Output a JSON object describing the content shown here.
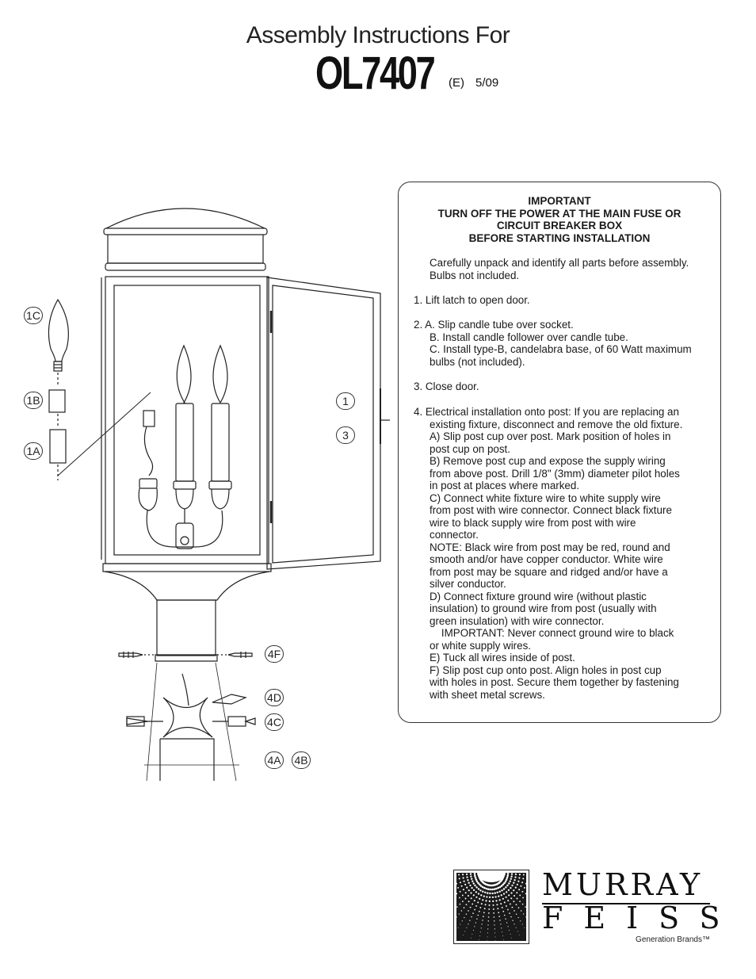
{
  "header": {
    "title": "Assembly Instructions For",
    "model": "OL7407",
    "edition": "(E)",
    "date": "5/09"
  },
  "instructions": {
    "heading": [
      "IMPORTANT",
      "TURN OFF THE POWER AT THE MAIN FUSE OR",
      "CIRCUIT BREAKER BOX",
      "BEFORE STARTING INSTALLATION"
    ],
    "intro": [
      "Carefully unpack and identify all parts before assembly.",
      "Bulbs not included."
    ],
    "step1": "1.   Lift latch to open door.",
    "step2": [
      "2.  A.  Slip candle tube over socket.",
      "B.   Install candle follower over candle tube.",
      "C.  Install type-B, candelabra base, of 60 Watt maximum",
      "bulbs (not included)."
    ],
    "step3": "3.  Close door.",
    "step4": [
      "4.  Electrical installation onto post: If you are replacing an",
      "existing fixture, disconnect and remove the old fixture.",
      "A)  Slip post cup over post. Mark position of holes in",
      "post cup on post.",
      "B)  Remove post cup and expose the supply wiring",
      "from above post. Drill 1/8\" (3mm) diameter pilot holes",
      "in post at places where marked.",
      "C)  Connect white fixture wire to white supply wire",
      "from post with wire connector.  Connect black fixture",
      "wire to black supply wire from post with wire",
      "connector.",
      "NOTE: Black wire from post may be red, round and",
      "smooth and/or have copper conductor.  White wire",
      "from post may be square and ridged and/or have a",
      "silver conductor.",
      "D)  Connect fixture ground wire (without plastic",
      "insulation) to ground wire from post (usually with",
      "green insulation) with wire connector.",
      "    IMPORTANT: Never connect ground wire to black",
      "or white supply wires.",
      "E)  Tuck all wires inside of post.",
      "F)  Slip post cup onto post.  Align holes in post cup",
      "with holes in post.  Secure them together by fastening",
      "with sheet metal screws."
    ]
  },
  "callouts": {
    "c1C": "1C",
    "c1B": "1B",
    "c1A": "1A",
    "c1": "1",
    "c3": "3",
    "c4F": "4F",
    "c4D": "4D",
    "c4C": "4C",
    "c4A": "4A",
    "c4B": "4B"
  },
  "logo": {
    "line1": "MURRAY",
    "line2": "FEISS",
    "tagline": "Generation Brands™"
  }
}
